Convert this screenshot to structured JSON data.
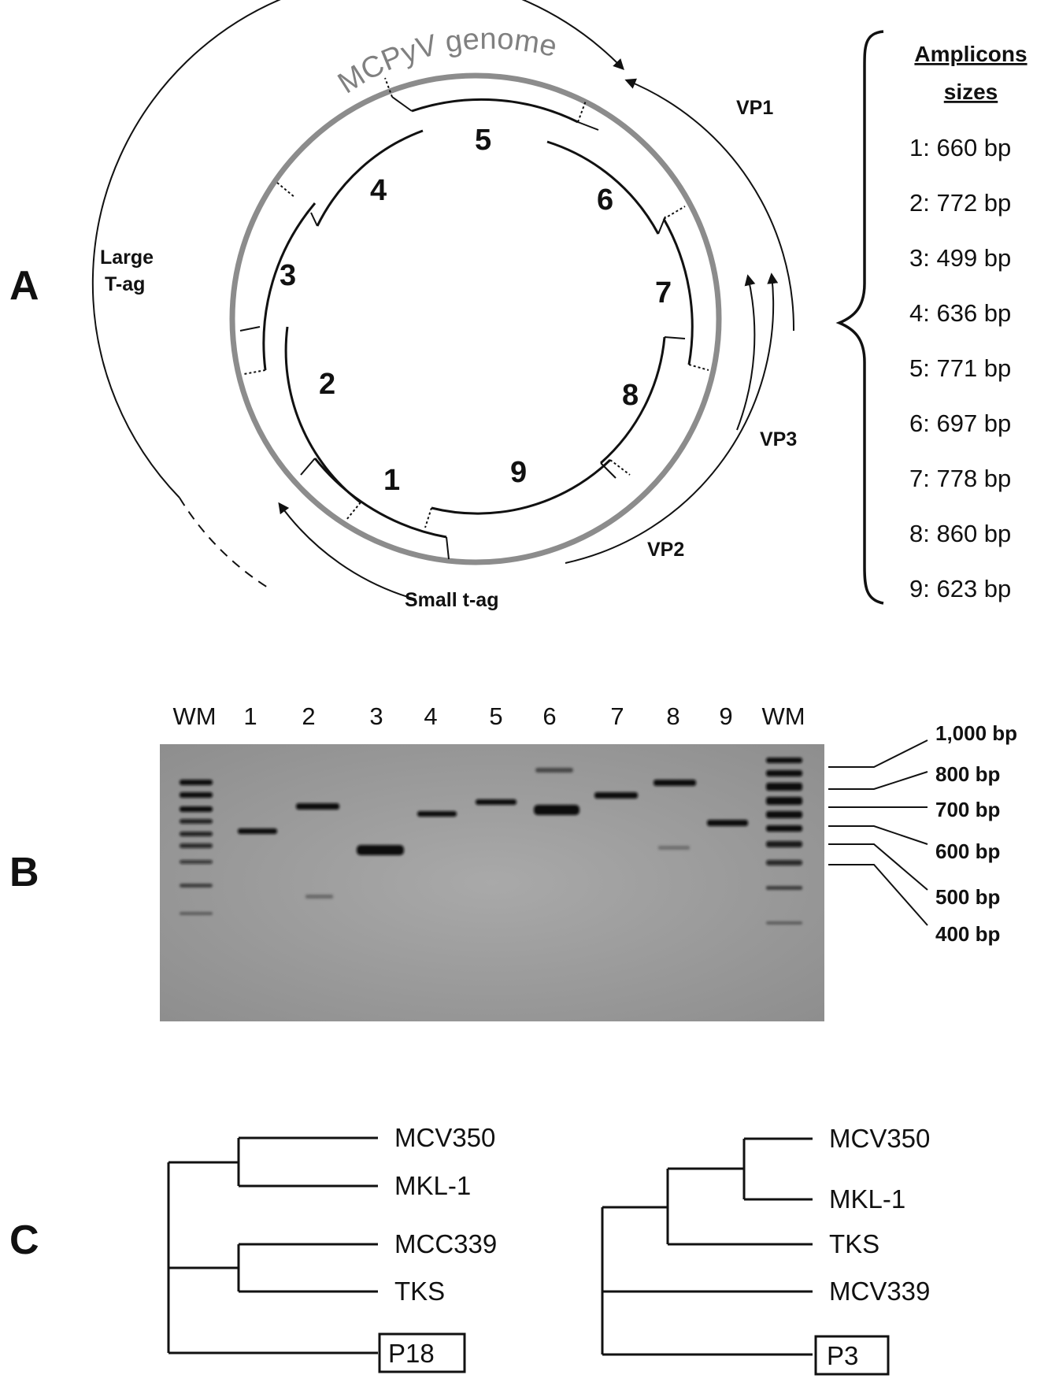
{
  "panel_a": {
    "letter": "A",
    "genome_title": "MCPyV genome",
    "segments": [
      "1",
      "2",
      "3",
      "4",
      "5",
      "6",
      "7",
      "8",
      "9"
    ],
    "genes": {
      "vp1": "VP1",
      "vp2": "VP2",
      "vp3": "VP3",
      "large_t_line1": "Large",
      "large_t_line2": "T-ag",
      "small_t": "Small t-ag"
    },
    "amplicons": {
      "heading_line1": "Amplicons",
      "heading_line2": "sizes",
      "rows": [
        "1: 660 bp",
        "2: 772 bp",
        "3: 499 bp",
        "4: 636 bp",
        "5: 771 bp",
        "6: 697 bp",
        "7: 778 bp",
        "8: 860 bp",
        "9: 623 bp"
      ]
    }
  },
  "panel_b": {
    "letter": "B",
    "lanes": [
      "WM",
      "1",
      "2",
      "3",
      "4",
      "5",
      "6",
      "7",
      "8",
      "9",
      "WM"
    ],
    "markers": [
      "1,000 bp",
      "800 bp",
      "700 bp",
      "600 bp",
      "500 bp",
      "400 bp"
    ]
  },
  "panel_c": {
    "letter": "C",
    "tree_left": {
      "leaves": [
        "MCV350",
        "MKL-1",
        "MCC339",
        "TKS",
        "P18"
      ],
      "boxed": "P18"
    },
    "tree_right": {
      "leaves": [
        "MCV350",
        "MKL-1",
        "TKS",
        "MCV339",
        "P3"
      ],
      "boxed": "P3"
    }
  },
  "colors": {
    "genome_ring": "#8c8c8c",
    "gel_background": "#9e9e9e",
    "band": "#0a0a0a"
  }
}
